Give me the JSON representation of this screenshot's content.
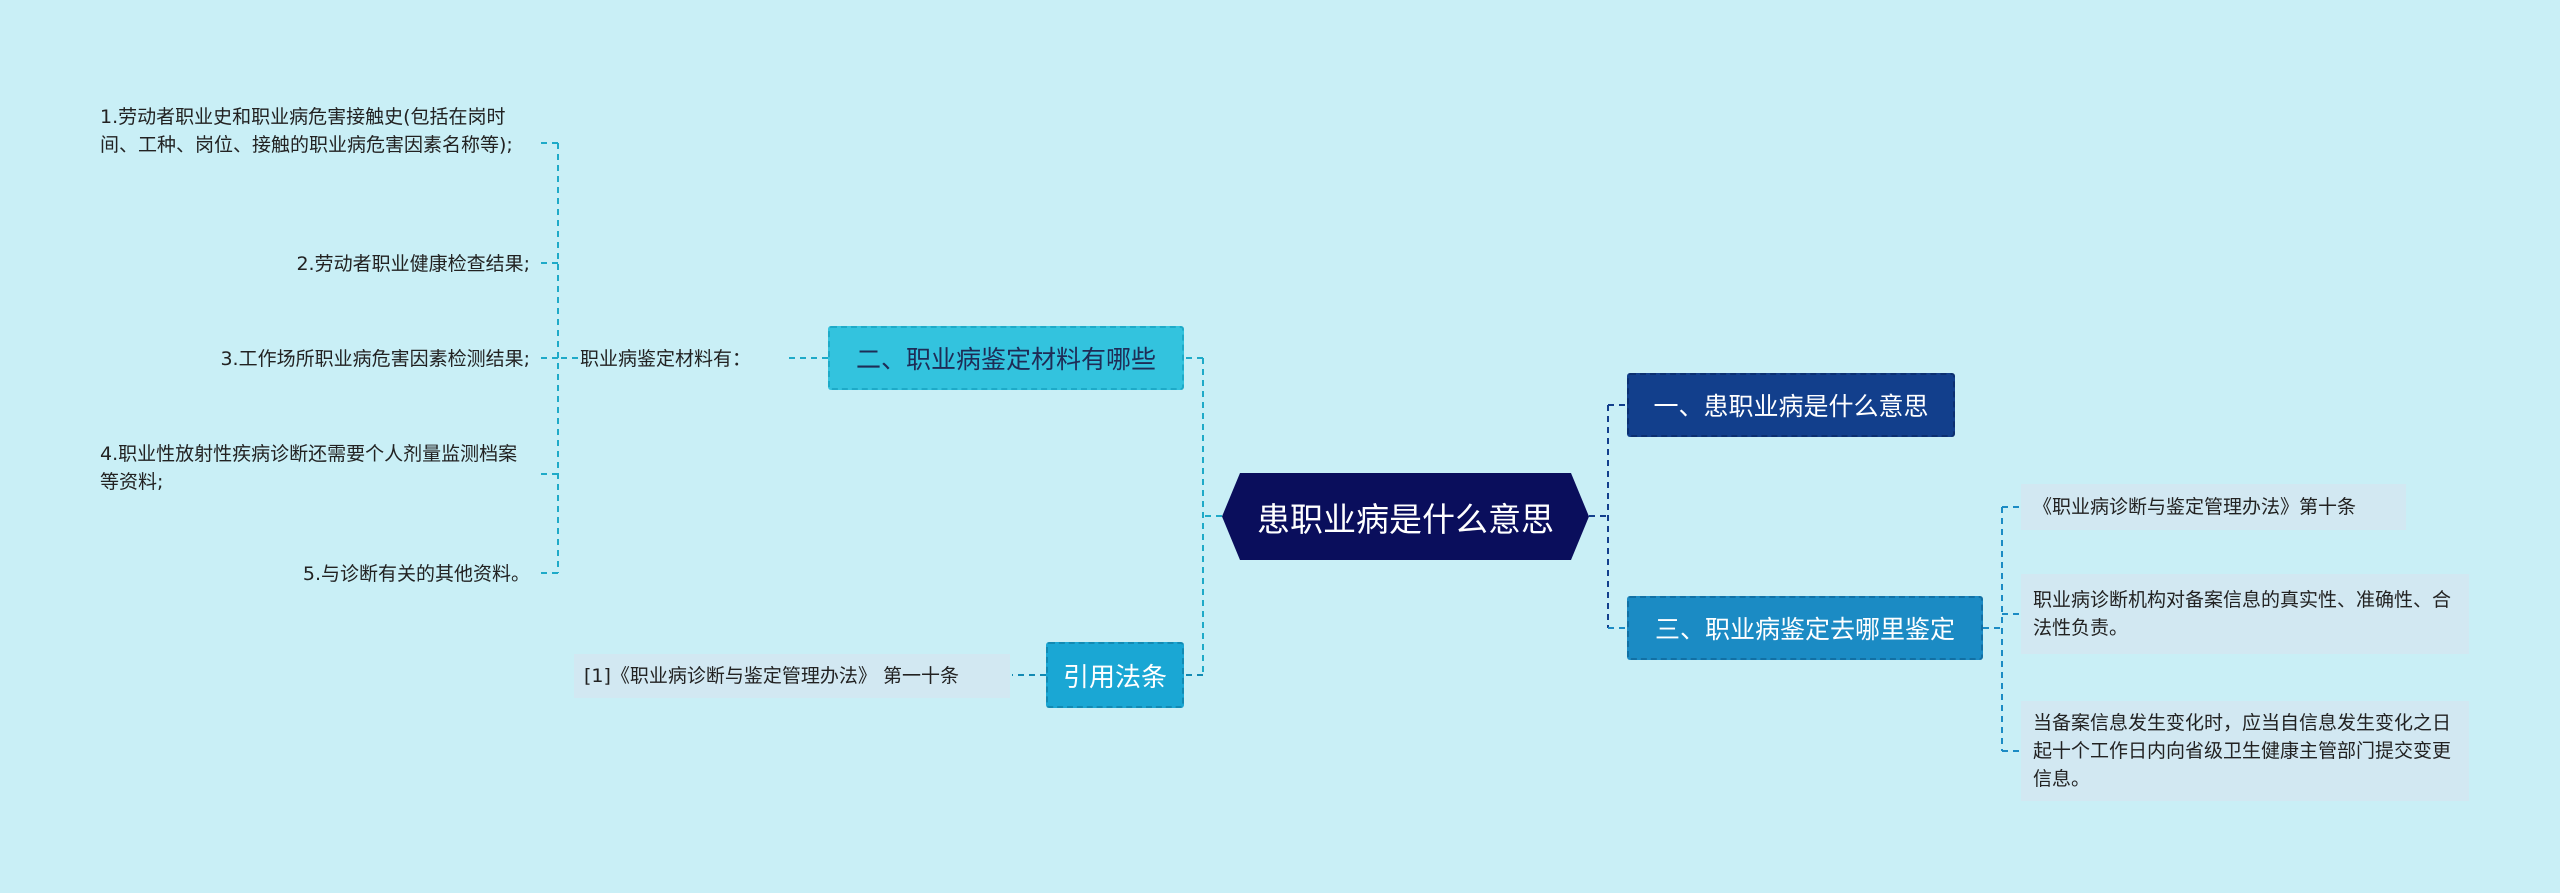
{
  "center": {
    "label": "患职业病是什么意思"
  },
  "right_branches": [
    {
      "label": "一、患职业病是什么意思"
    },
    {
      "label": "三、职业病鉴定去哪里鉴定",
      "leaves": [
        "《职业病诊断与鉴定管理办法》第十条",
        "职业病诊断机构对备案信息的真实性、准确性、合法性负责。",
        "当备案信息发生变化时，应当自信息发生变化之日起十个工作日内向省级卫生健康主管部门提交变更信息。"
      ]
    }
  ],
  "left_branches": [
    {
      "label": "二、职业病鉴定材料有哪些",
      "sub": "职业病鉴定材料有：",
      "leaves": [
        "1.劳动者职业史和职业病危害接触史(包括在岗时间、工种、岗位、接触的职业病危害因素名称等);",
        "2.劳动者职业健康检查结果;",
        "3.工作场所职业病危害因素检测结果;",
        "4.职业性放射性疾病诊断还需要个人剂量监测档案等资料;",
        "5.与诊断有关的其他资料。"
      ]
    },
    {
      "label": "引用法条",
      "leaves": [
        "[1]《职业病诊断与鉴定管理办法》 第一十条"
      ]
    }
  ],
  "colors": {
    "background": "#c9eff6",
    "center": "#0a0e5c",
    "branch_dark": "#123f8c",
    "branch_mid": "#1b8bc4",
    "branch_cyan": "#33c3de",
    "branch_cite": "#1aa7d4",
    "leaf_box": "#d2e8f2"
  }
}
